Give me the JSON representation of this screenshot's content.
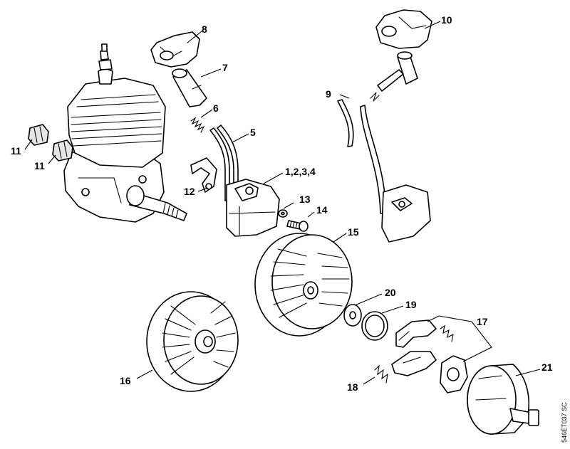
{
  "callouts": {
    "c1": "8",
    "c2": "7",
    "c3": "6",
    "c4": "5",
    "c5": "1,2,3,4",
    "c6": "10",
    "c7": "9",
    "c8": "11",
    "c9": "11",
    "c10": "12",
    "c11": "13",
    "c12": "14",
    "c13": "15",
    "c14": "20",
    "c15": "19",
    "c16": "17",
    "c17": "16",
    "c18": "18",
    "c19": "21"
  },
  "doc_reference": "546ET037 SC"
}
